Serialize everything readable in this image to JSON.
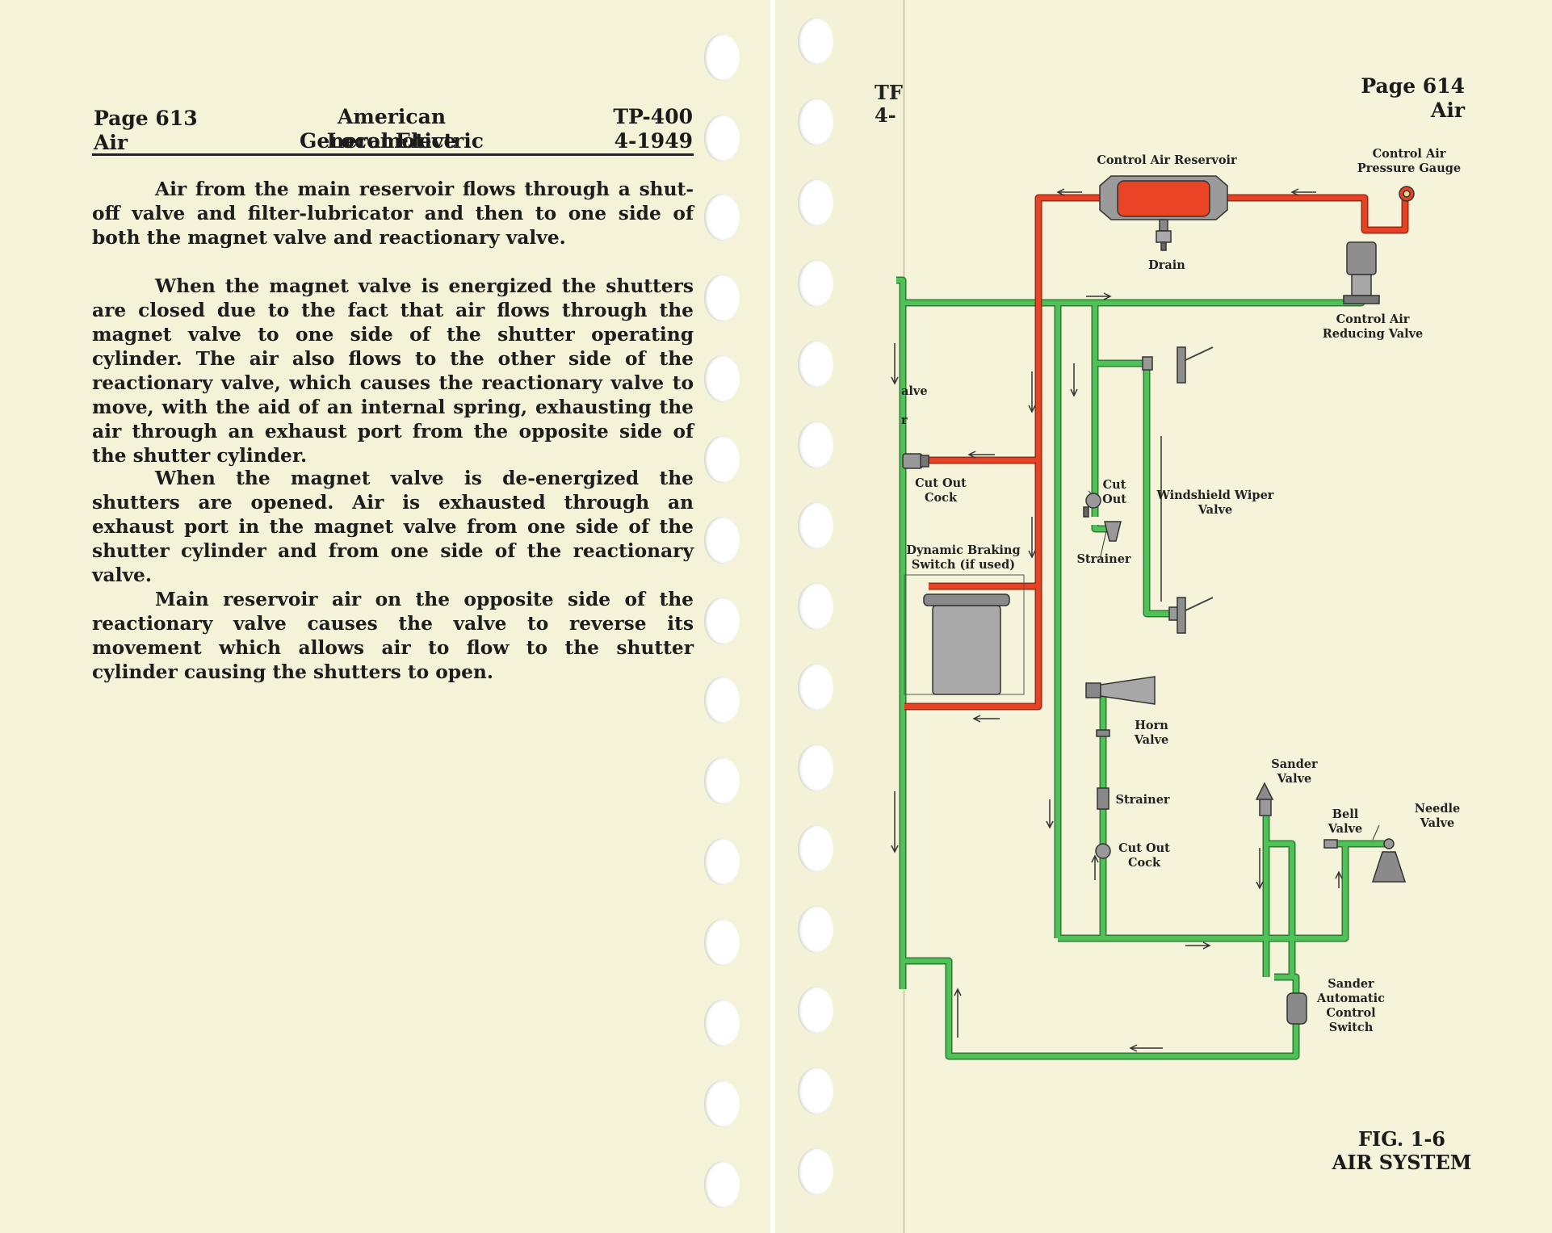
{
  "left_page": {
    "page_number": "Page 613",
    "section": "Air",
    "company_line1": "American Locomotive",
    "company_line2": "General Electric",
    "doc_code": "TP-400",
    "doc_date": "4-1949",
    "paragraphs": [
      "Air from the main reservoir flows through a shut-off valve and filter-lubricator and then to one side of both the magnet valve and reactionary valve.",
      "When the magnet valve is energized the shutters are closed due to the fact that air flows through the magnet valve to one side of the shutter operating cylinder. The air also flows to the other side of the reactionary valve, which causes the reactionary valve to move, with the aid of an internal spring, exhausting the air through an exhaust port from the opposite side of the shutter cylinder.",
      "When the magnet valve is de-energized the shutters are opened. Air is exhausted through an exhaust port in the magnet valve from one side of the shutter cylinder and from one side of the reactionary valve.",
      "Main reservoir air on the opposite side of the reactionary valve causes the valve to reverse its movement which allows air to flow to the shutter cylinder causing the shutters to open."
    ]
  },
  "underlying_page": {
    "code_stub": "TF",
    "date_stub": "4-",
    "label_stub_1": "alve",
    "label_stub_2": "r"
  },
  "right_page": {
    "page_number": "Page 614",
    "section": "Air",
    "figure_number": "FIG. 1-6",
    "figure_title": "AIR SYSTEM",
    "labels": {
      "control_air_reservoir": "Control Air Reservoir",
      "pressure_gauge": "Control Air\nPressure Gauge",
      "drain": "Drain",
      "reducing_valve": "Control Air\nReducing Valve",
      "cut_out_cock_left": "Cut Out\nCock",
      "cut_out": "Cut\nOut",
      "windshield_wiper_valve": "Windshield Wiper\nValve",
      "strainer_upper": "Strainer",
      "dynamic_braking_switch": "Dynamic Braking\nSwitch (if used)",
      "horn_valve": "Horn\nValve",
      "strainer_lower": "Strainer",
      "cut_out_cock_lower": "Cut Out\nCock",
      "sander_valve": "Sander\nValve",
      "bell_valve": "Bell\nValve",
      "needle_valve": "Needle\nValve",
      "sander_automatic_control_switch": "Sander\nAutomatic\nControl\nSwitch"
    }
  },
  "colors": {
    "paper": "#f4f3d8",
    "green_line": "#4cbf55",
    "red_line": "#e64324",
    "component_gray": "#8e8e8e"
  }
}
